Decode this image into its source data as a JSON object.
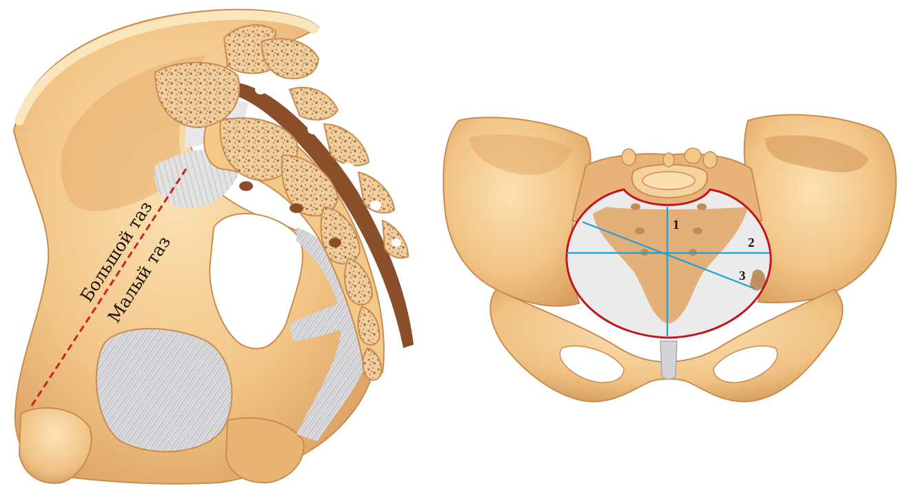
{
  "colors": {
    "bone": "#f3c98a",
    "bone_dark": "#dba264",
    "bone_shadow": "#c98c4f",
    "bone_light": "#fbe2b5",
    "spongy": "#a97a56",
    "canal": "#8a4e2a",
    "ligament": "#d9d9dc",
    "ligament_stripe": "#a7a7ac",
    "dashed_line": "#cc1f1f",
    "inlet_outline": "#c0141c",
    "diameter_lines": "#1e9fd6",
    "background": "#ffffff"
  },
  "left_panel": {
    "label_greater_pelvis": "Большой таз",
    "label_lesser_pelvis": "Малый таз"
  },
  "right_panel": {
    "diameter_labels": [
      "1",
      "2",
      "3"
    ]
  }
}
